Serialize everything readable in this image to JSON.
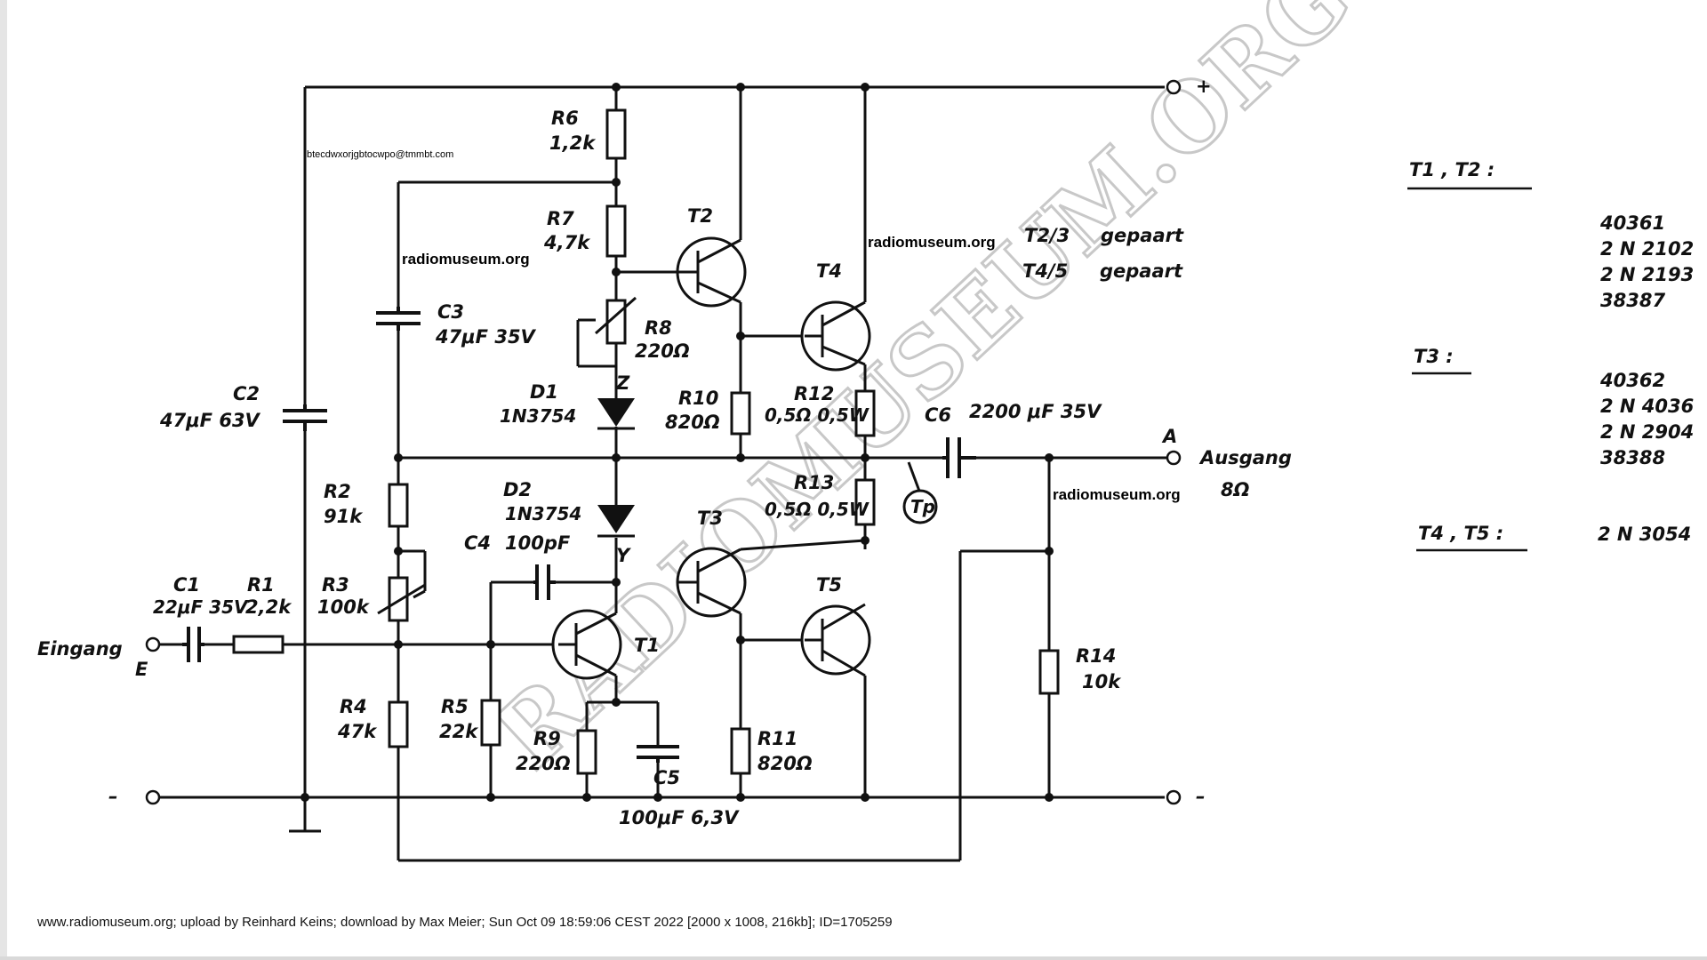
{
  "watermarks": {
    "site_big": "RADIOMUSEUM.ORG",
    "site_1": "radiomuseum.org",
    "site_2": "radiomuseum.org",
    "site_3": "radiomuseum.org",
    "code": "btecdwxorjgbtocwpo@tmmbt.com"
  },
  "footer": "www.radiomuseum.org; upload by Reinhard Keins; download by Max Meier; Sun Oct 09 18:59:06 CEST 2022 [2000 x 1008, 216kb]; ID=1705259",
  "terminals": {
    "plus": "+",
    "minus_left": "–",
    "minus_right": "–",
    "input_label": "Eingang",
    "input_letter": "E",
    "output_letter": "A",
    "output_label": "Ausgang",
    "output_impedance": "8Ω"
  },
  "components": {
    "R6": {
      "name": "R6",
      "value": "1,2k"
    },
    "R7": {
      "name": "R7",
      "value": "4,7k"
    },
    "R8": {
      "name": "R8",
      "value": "220Ω"
    },
    "R10": {
      "name": "R10",
      "value": "820Ω"
    },
    "R12": {
      "name": "R12",
      "value": "0,5Ω 0,5W"
    },
    "R13": {
      "name": "R13",
      "value": "0,5Ω 0,5W"
    },
    "R2": {
      "name": "R2",
      "value": "91k"
    },
    "R3": {
      "name": "R3",
      "value": "100k"
    },
    "R1": {
      "name": "R1",
      "value": "2,2k"
    },
    "R4": {
      "name": "R4",
      "value": "47k"
    },
    "R5": {
      "name": "R5",
      "value": "22k"
    },
    "R9": {
      "name": "R9",
      "value": "220Ω"
    },
    "R11": {
      "name": "R11",
      "value": "820Ω"
    },
    "R14": {
      "name": "R14",
      "value": "10k"
    },
    "C1": {
      "name": "C1",
      "value": "22μF 35V"
    },
    "C2": {
      "name": "C2",
      "value": "47μF 63V"
    },
    "C3": {
      "name": "C3",
      "value": "47μF 35V"
    },
    "C4": {
      "name": "C4",
      "value": "100pF"
    },
    "C5": {
      "name": "C5",
      "value": "100μF 6,3V"
    },
    "C6": {
      "name": "C6",
      "value": "2200 μF 35V"
    },
    "D1": {
      "name": "D1",
      "value": "1N3754"
    },
    "D2": {
      "name": "D2",
      "value": "1N3754"
    },
    "T1": "T1",
    "T2": "T2",
    "T3": "T3",
    "T4": "T4",
    "T5": "T5",
    "Z": "Z",
    "Y": "Y",
    "Tp": "Tp"
  },
  "pairing": {
    "line1_part": "T2/3",
    "line1_word": "gepaart",
    "line2_part": "T4/5",
    "line2_word": "gepaart"
  },
  "legend": [
    {
      "label": "T1 , T2 :",
      "types": [
        "40361",
        "2 N 2102",
        "2 N 2193",
        "38387"
      ]
    },
    {
      "label": "T3 :",
      "types": [
        "40362",
        "2 N 4036",
        "2 N 2904",
        "38388"
      ]
    },
    {
      "label": "T4 , T5 :",
      "types": [
        "2 N 3054"
      ]
    }
  ]
}
